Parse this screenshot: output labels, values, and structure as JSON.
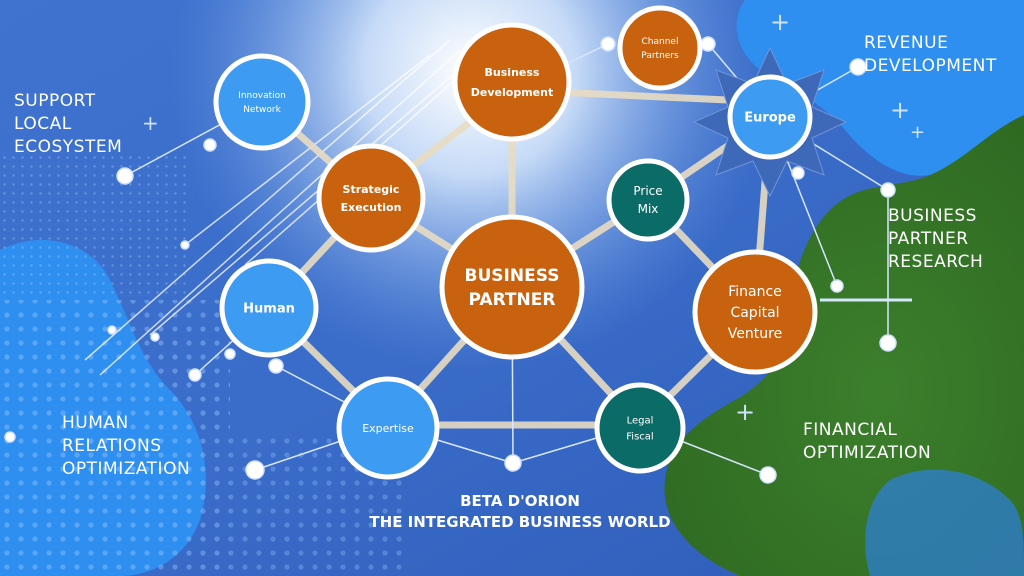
{
  "colors": {
    "orange": "#c8620e",
    "blue": "#3d9cf2",
    "teal": "#0b6b66",
    "green": "#3f7a2c",
    "white": "#ffffff"
  },
  "nodes": {
    "business_partner": "BUSINESS\nPARTNER",
    "business_development": "Business\nDevelopment",
    "channel_partners": "Channel\nPartners",
    "europe": "Europe",
    "innovation_network": "Innovation\nNetwork",
    "strategic_execution": "Strategic\nExecution",
    "price_mix": "Price\nMix",
    "human": "Human",
    "finance_capital_venture": "Finance\nCapital\nVenture",
    "expertise": "Expertise",
    "legal_fiscal": "Legal\nFiscal"
  },
  "labels": {
    "support": "SUPPORT\nLOCAL\nECOSYSTEM",
    "revenue": "REVENUE\nDEVELOPMENT",
    "business_partner_research": "BUSINESS\nPARTNER\nRESEARCH",
    "human_relations": "HUMAN\nRELATIONS\nOPTIMIZATION",
    "financial": "FINANCIAL\nOPTIMIZATION"
  },
  "footer": {
    "line1": "BETA D'ORION",
    "line2": "THE INTEGRATED BUSINESS WORLD"
  }
}
